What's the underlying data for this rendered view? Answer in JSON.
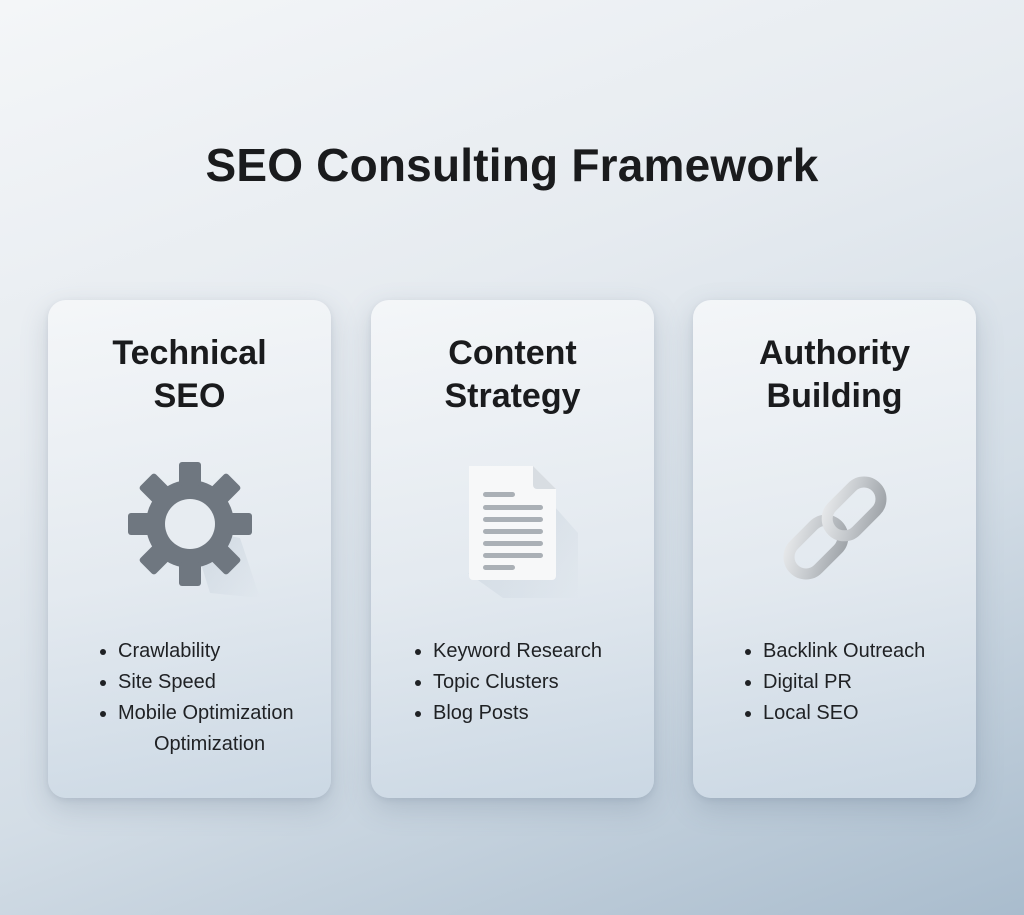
{
  "title": "SEO Consulting Framework",
  "cards": [
    {
      "title_line1": "Technical",
      "title_line2": "SEO",
      "icon": "gear-icon",
      "items": [
        "Crawlability",
        "Site Speed",
        "Mobile Optimization"
      ],
      "item_continuation": "Optimization"
    },
    {
      "title_line1": "Content",
      "title_line2": "Strategy",
      "icon": "document-icon",
      "items": [
        "Keyword Research",
        "Topic Clusters",
        "Blog Posts"
      ]
    },
    {
      "title_line1": "Authority",
      "title_line2": "Building",
      "icon": "chain-link-icon",
      "items": [
        "Backlink Outreach",
        "Digital PR",
        "Local SEO"
      ]
    }
  ],
  "colors": {
    "icon_gray": "#6f7780",
    "title_text": "#1a1b1d",
    "document_white": "#f7f8f9",
    "chain_silver": "#c4c8cc"
  }
}
